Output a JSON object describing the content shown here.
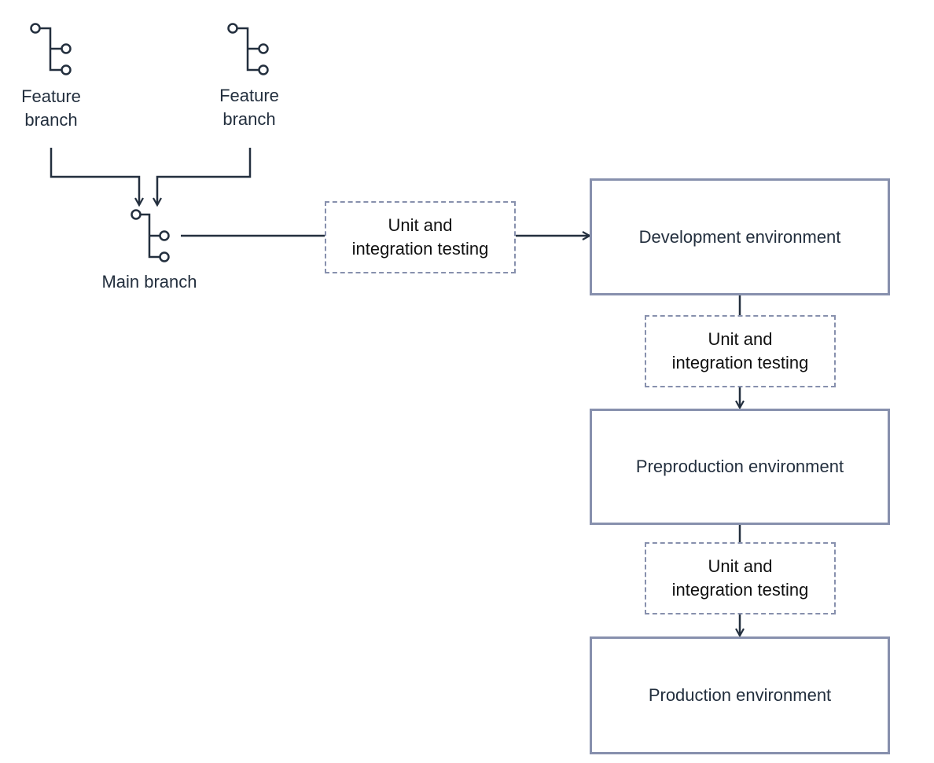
{
  "branches": {
    "feature_left": {
      "line1": "Feature",
      "line2": "branch",
      "icon": "git-branch-icon"
    },
    "feature_right": {
      "line1": "Feature",
      "line2": "branch",
      "icon": "git-branch-icon"
    },
    "main": {
      "label": "Main branch",
      "icon": "git-branch-icon"
    }
  },
  "tests": {
    "main_to_dev": {
      "line1": "Unit and",
      "line2": "integration testing"
    },
    "dev_to_preprod": {
      "line1": "Unit and",
      "line2": "integration testing"
    },
    "preprod_to_prod": {
      "line1": "Unit and",
      "line2": "integration testing"
    }
  },
  "environments": {
    "development": "Development environment",
    "preproduction": "Preproduction environment",
    "production": "Production environment"
  },
  "colors": {
    "line": "#232f3e",
    "box_border": "#8790ad",
    "text": "#232f3e"
  }
}
